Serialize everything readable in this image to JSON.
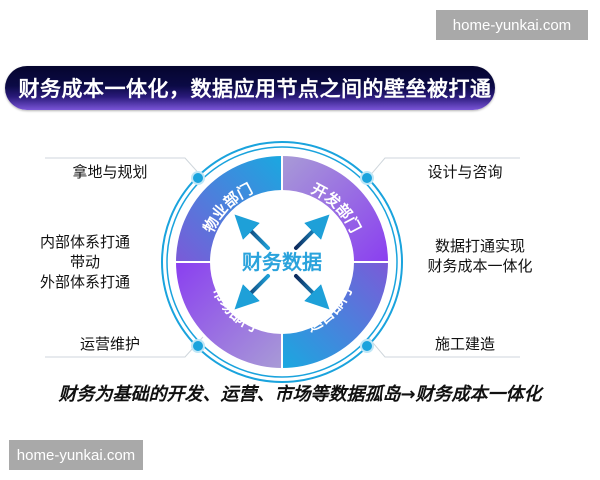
{
  "watermark": {
    "text": "home-yunkai.com"
  },
  "banner": {
    "title": "财务成本一体化，数据应用节点之间的壁垒被打通"
  },
  "center": {
    "label": "财务数据"
  },
  "segments": [
    {
      "label": "物业部门",
      "position": "top-left"
    },
    {
      "label": "开发部门",
      "position": "top-right"
    },
    {
      "label": "市场部门",
      "position": "bottom-left"
    },
    {
      "label": "运营部门",
      "position": "bottom-right"
    }
  ],
  "left_labels": [
    {
      "text": "拿地与规划"
    },
    {
      "lines": [
        "内部体系打通",
        "带动",
        "外部体系打通"
      ]
    },
    {
      "text": "运营维护"
    }
  ],
  "right_labels": [
    {
      "text": "设计与咨询"
    },
    {
      "lines": [
        "数据打通实现",
        "财务成本一体化"
      ]
    },
    {
      "text": "施工建造"
    }
  ],
  "footer": {
    "text": "财务为基础的开发、运营、市场等数据孤岛→财务成本一体化"
  },
  "colors": {
    "ring_blue": "#1aa3dd",
    "ring_purple": "#8a4fe6",
    "center_text": "#2aa3dc",
    "arrow_dark": "#0e2a5c",
    "arrow_light": "#1ea0d8",
    "banner_dark": "#05052e",
    "banner_light": "#7a55d8"
  }
}
